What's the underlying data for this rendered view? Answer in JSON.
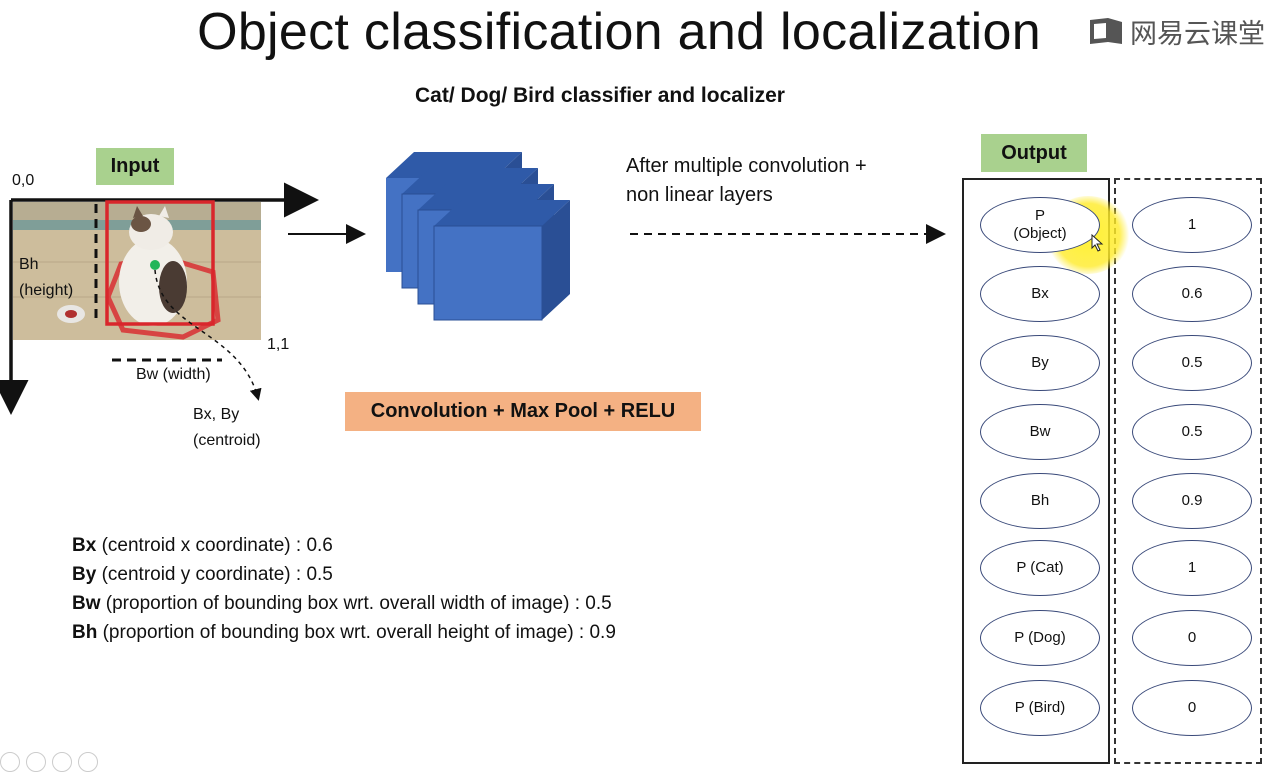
{
  "header": {
    "title": "Object classification and localization",
    "logo_text": "网易云课堂"
  },
  "subtitle": "Cat/ Dog/ Bird classifier and localizer",
  "input_panel": {
    "label": "Input",
    "origin": "0,0",
    "corner": "1,1",
    "bh_label_line1": "Bh",
    "bh_label_line2": "(height)",
    "bw_label": "Bw (width)",
    "centroid_line1": "Bx, By",
    "centroid_line2": "(centroid)"
  },
  "pipeline": {
    "description_line1": "After multiple convolution +",
    "description_line2": "non linear layers",
    "conv_label": "Convolution + Max Pool + RELU"
  },
  "definitions": [
    {
      "term": "Bx",
      "text": " (centroid x coordinate) : 0.6"
    },
    {
      "term": "By",
      "text": " (centroid y coordinate) : 0.5"
    },
    {
      "term": "Bw",
      "text": " (proportion of bounding box wrt. overall width of image) : 0.5"
    },
    {
      "term": "Bh",
      "text": " (proportion of bounding box wrt. overall height of image) : 0.9"
    }
  ],
  "output": {
    "label": "Output",
    "rows": [
      {
        "name": "P\n(Object)",
        "value": "1"
      },
      {
        "name": "Bx",
        "value": "0.6"
      },
      {
        "name": "By",
        "value": "0.5"
      },
      {
        "name": "Bw",
        "value": "0.5"
      },
      {
        "name": "Bh",
        "value": "0.9"
      },
      {
        "name": "P (Cat)",
        "value": "1"
      },
      {
        "name": "P (Dog)",
        "value": "0"
      },
      {
        "name": "P (Bird)",
        "value": "0"
      }
    ]
  },
  "colors": {
    "green_label": "#a9d18e",
    "orange_label": "#f4b183",
    "cube_front": "#4472c4",
    "bbox": "#d9262c"
  }
}
